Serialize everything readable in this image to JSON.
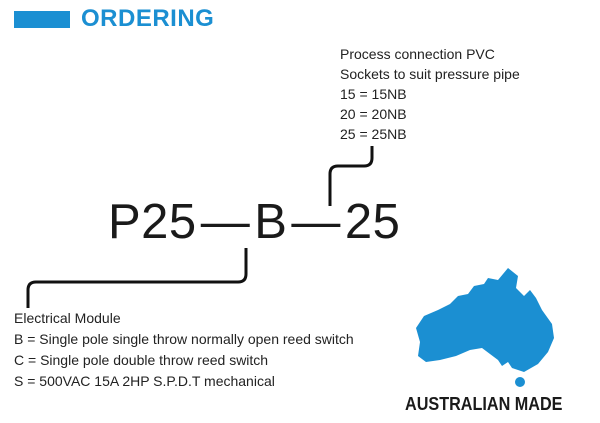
{
  "header": {
    "title": "ORDERING",
    "accent_color": "#1b8fd2"
  },
  "code": {
    "part1": "P25",
    "part2": "B",
    "part3": "25",
    "separator": "—"
  },
  "process_connection": {
    "lines": [
      "Process connection PVC",
      "Sockets to suit pressure pipe",
      "15 = 15NB",
      "20 = 20NB",
      "25 = 25NB"
    ]
  },
  "electrical_module": {
    "lines": [
      "Electrical Module",
      "B = Single pole single throw normally open reed switch",
      "C = Single pole double throw reed switch",
      "S = 500VAC 15A 2HP S.P.D.T mechanical"
    ]
  },
  "logo": {
    "text": "AUSTRALIAN MADE",
    "icon": "australia-map-icon",
    "color": "#1b8fd2"
  }
}
